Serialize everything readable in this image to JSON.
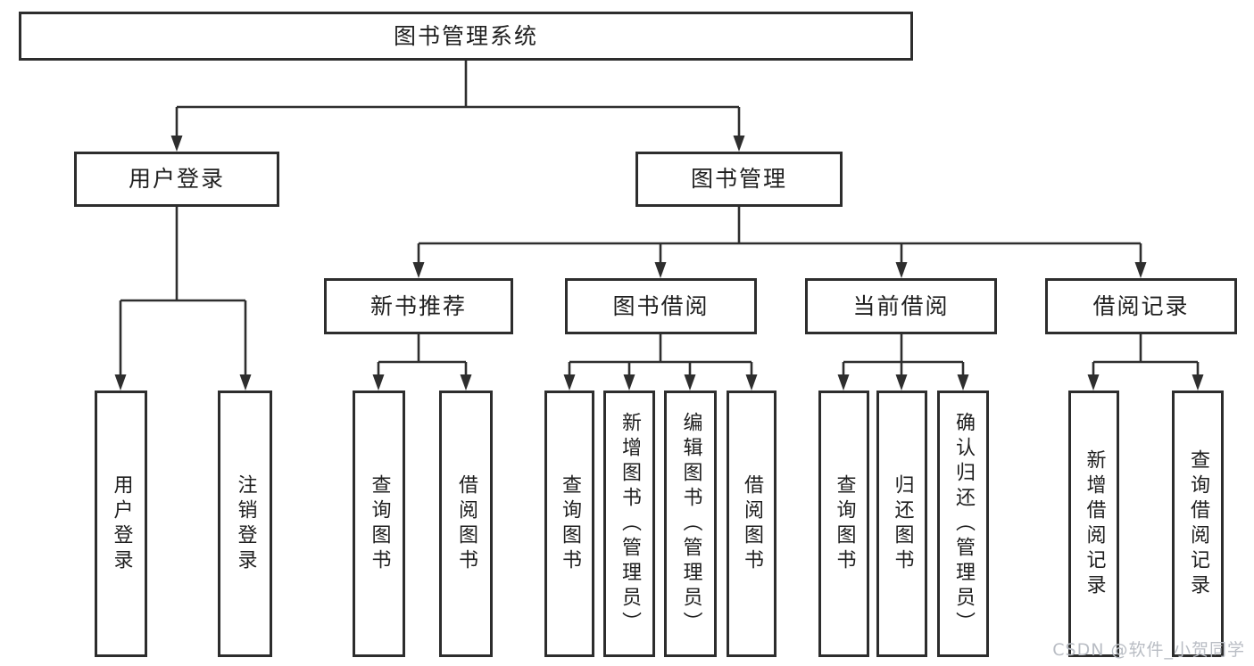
{
  "tree": {
    "label": "图书管理系统",
    "children": [
      {
        "label": "用户登录",
        "children": [
          {
            "label": "用户登录"
          },
          {
            "label": "注销登录"
          }
        ]
      },
      {
        "label": "图书管理",
        "children": [
          {
            "label": "新书推荐",
            "children": [
              {
                "label": "查询图书"
              },
              {
                "label": "借阅图书"
              }
            ]
          },
          {
            "label": "图书借阅",
            "children": [
              {
                "label": "查询图书"
              },
              {
                "label": "新增图书（管理员）"
              },
              {
                "label": "编辑图书（管理员）"
              },
              {
                "label": "借阅图书"
              }
            ]
          },
          {
            "label": "当前借阅",
            "children": [
              {
                "label": "查询图书"
              },
              {
                "label": "归还图书"
              },
              {
                "label": "确认归还（管理员）"
              }
            ]
          },
          {
            "label": "借阅记录",
            "children": [
              {
                "label": "新增借阅记录"
              },
              {
                "label": "查询借阅记录"
              }
            ]
          }
        ]
      }
    ]
  },
  "colors": {
    "line": "#2e2e2e",
    "border": "#2d2d2d",
    "text": "#1f1f1f",
    "watermark_gray": "#b9bdc4"
  },
  "watermark": {
    "text": "CSDN @软件_小贺同学"
  }
}
